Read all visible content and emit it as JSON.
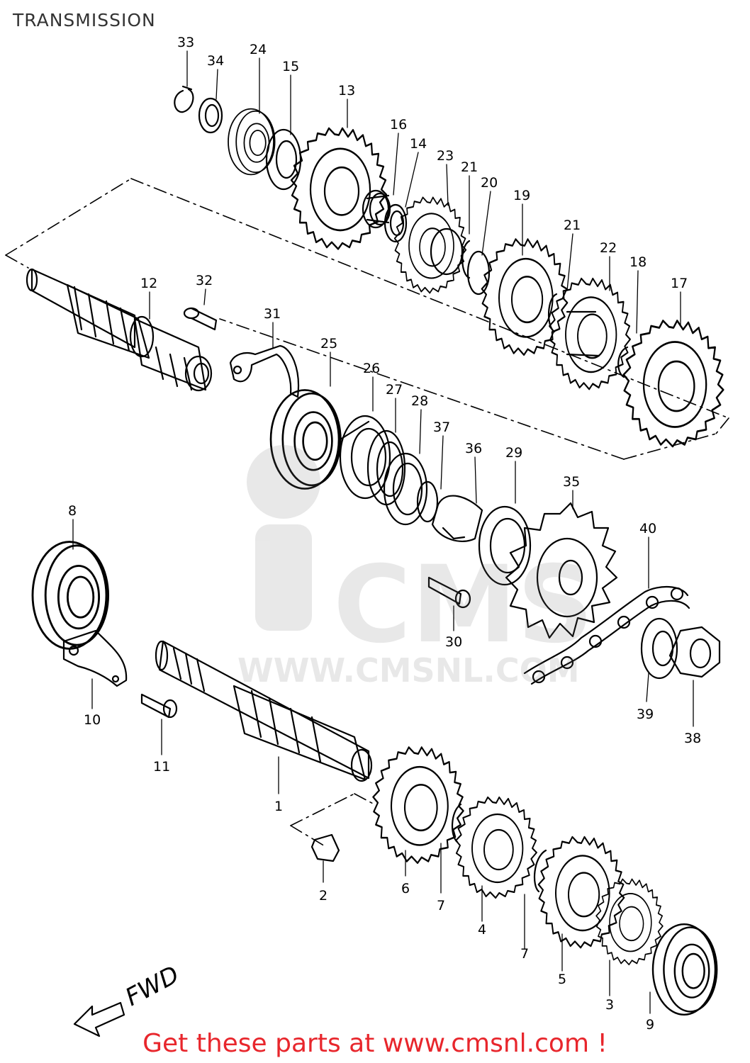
{
  "diagram": {
    "title": "TRANSMISSION",
    "watermark": {
      "logo_text": "CMS",
      "url_text": "WWW.CMSNL.COM"
    },
    "direction_label": "FWD",
    "footer_text": "Get these parts at www.cmsnl.com !",
    "footer_color": "#e8262c",
    "callouts": [
      "33",
      "34",
      "24",
      "15",
      "13",
      "16",
      "14",
      "23",
      "21",
      "20",
      "19",
      "21",
      "22",
      "18",
      "17",
      "12",
      "32",
      "31",
      "25",
      "26",
      "27",
      "28",
      "37",
      "36",
      "29",
      "35",
      "40",
      "8",
      "30",
      "39",
      "38",
      "10",
      "11",
      "1",
      "2",
      "6",
      "7",
      "4",
      "7",
      "5",
      "3",
      "9"
    ]
  }
}
